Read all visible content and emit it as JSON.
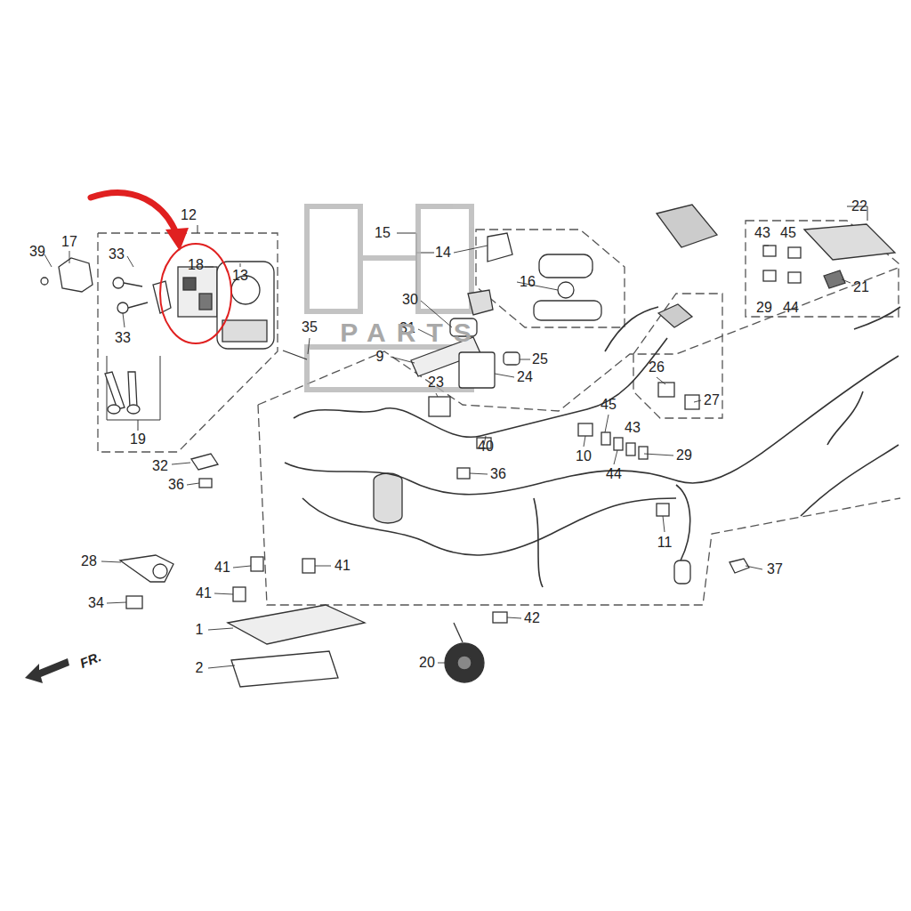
{
  "diagram": {
    "labels": [
      "12",
      "17",
      "39",
      "33",
      "18",
      "13",
      "33",
      "19",
      "35",
      "32",
      "36",
      "15",
      "14",
      "16",
      "30",
      "31",
      "9",
      "25",
      "24",
      "23",
      "40",
      "36",
      "22",
      "43",
      "45",
      "21",
      "29",
      "44",
      "26",
      "27",
      "45",
      "43",
      "10",
      "44",
      "29",
      "11",
      "37",
      "28",
      "41",
      "41",
      "41",
      "34",
      "1",
      "42",
      "2",
      "20",
      "FR.",
      "PARTS"
    ]
  }
}
